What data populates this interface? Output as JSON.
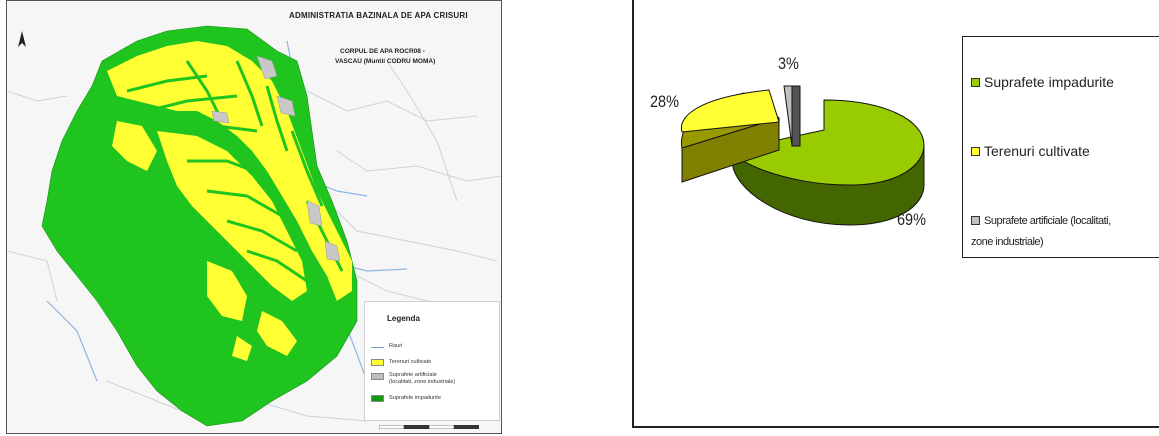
{
  "map": {
    "admin_title": "ADMINISTRATIA BAZINALA DE APA  CRISURI",
    "body_line1": "CORPUL DE APA  ROCR08 -",
    "body_line2": "VASCAU (Muntii CODRU MOMA)",
    "north_label": "A",
    "legend": {
      "title": "Legenda",
      "items": [
        {
          "label": "Rauri",
          "kind": "line",
          "color": "#6a9fd8"
        },
        {
          "label": "Terenuri cultivate",
          "kind": "fill",
          "color": "#ffff33"
        },
        {
          "label": "Suprafete artificiale",
          "label2": "(localitati, zone industriale)",
          "kind": "fill",
          "color": "#bfbfbf"
        },
        {
          "label": "Suprafete impadurite",
          "kind": "fill",
          "color": "#119911"
        }
      ]
    },
    "colors": {
      "forest": "#1fc41f",
      "crop": "#ffff33",
      "urban": "#c8c8c8",
      "background": "#f6f6f6",
      "river": "#8fb6e0"
    }
  },
  "chart_data": {
    "type": "pie",
    "labels": [
      "Suprafete impadurite",
      "Terenuri cultivate",
      "Suprafete artificiale (localitati, zone industriale)"
    ],
    "values": [
      69,
      28,
      3
    ],
    "value_labels": [
      "69%",
      "28%",
      "3%"
    ],
    "colors": [
      "#99cc00",
      "#ffff33",
      "#c0c0c0"
    ],
    "legend": {
      "placement": "right",
      "line1": "Suprafete impadurite",
      "line2": "Terenuri cultivate",
      "line3a": "Suprafete artificiale (localitati,",
      "line3b": "zone industriale)"
    }
  }
}
